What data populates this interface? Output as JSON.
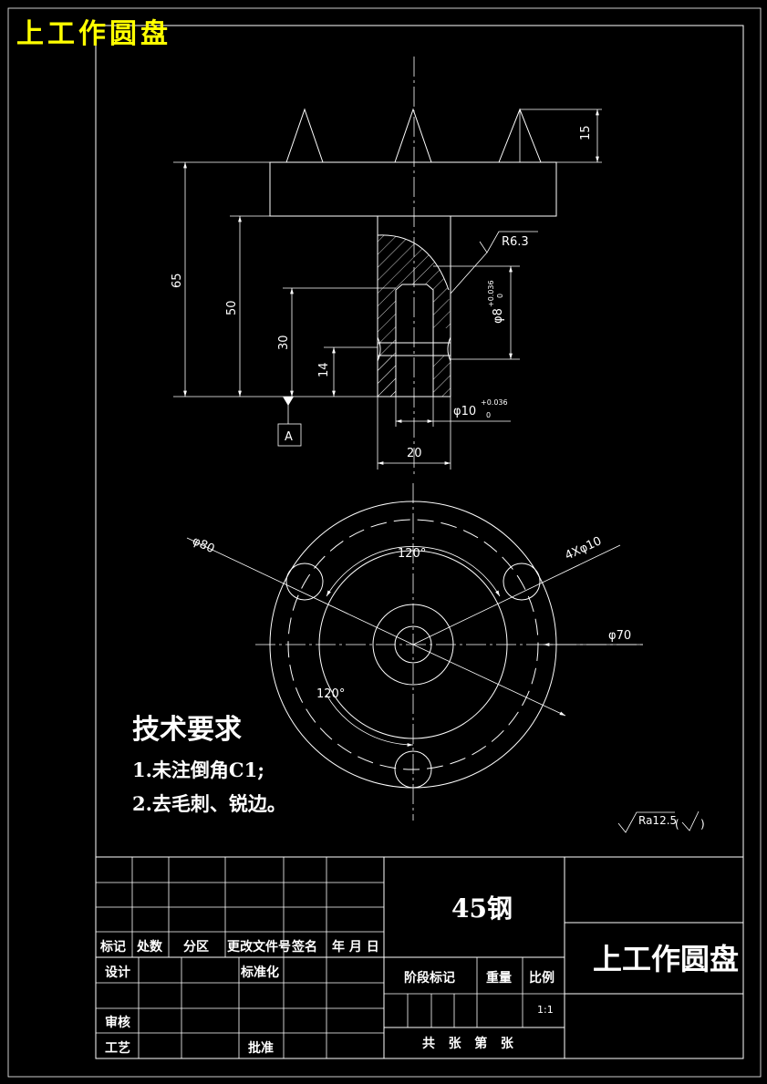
{
  "header": {
    "title": "上工作圆盘",
    "title_color": "#ffff00"
  },
  "dimensions": {
    "teeth_h": "15",
    "total_h": "65",
    "body_h": "50",
    "hole_depth": "30",
    "bore_h": "14",
    "roughness": "R6.3",
    "d_inner": "φ8",
    "d_inner_tol_upper": "+0.036",
    "d_inner_tol_lower": "0",
    "d_outer": "φ10",
    "d_outer_tol_upper": "+0.036",
    "d_outer_tol_lower": "0",
    "width": "20",
    "datum": "A",
    "d80": "φ80",
    "holes": "4Xφ10",
    "d70": "φ70",
    "angle_top": "120°",
    "angle_bottom": "120°"
  },
  "notes": {
    "heading": "技术要求",
    "line1": "1.未注倒角C1;",
    "line2": "2.去毛刺、锐边。"
  },
  "surface_finish": {
    "value": "Ra12.5",
    "paren": "(",
    "paren_close": ")"
  },
  "title_block": {
    "material": "45钢",
    "part_name": "上工作圆盘",
    "row_labels": [
      "标记",
      "处数",
      "分区",
      "更改文件号",
      "签名",
      "年 月 日"
    ],
    "design": "设计",
    "standardize": "标准化",
    "review": "审核",
    "process": "工艺",
    "approve": "批准",
    "stage_mark": "阶段标记",
    "weight": "重量",
    "scale_label": "比例",
    "scale_value": "1:1",
    "sheets": "共   张   第   张"
  }
}
